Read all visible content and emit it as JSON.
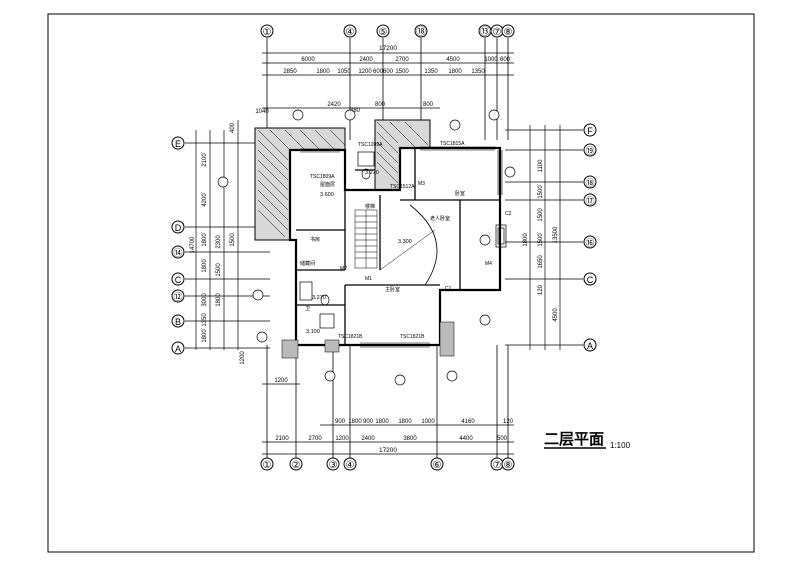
{
  "drawing": {
    "title": "二层平面",
    "scale": "1:100"
  },
  "axes_top": [
    "①",
    "④",
    "⑤",
    "⑱",
    "⑬",
    "⑦",
    "⑧"
  ],
  "axes_bottom": [
    "①",
    "②",
    "③",
    "④",
    "⑥",
    "⑦",
    "⑧"
  ],
  "axes_left": [
    "E",
    "D",
    "⑭",
    "C",
    "⑫",
    "B",
    "A"
  ],
  "axes_right": [
    "F",
    "⑲",
    "⑱",
    "⑰",
    "⑯",
    "C",
    "A"
  ],
  "dims_top": {
    "total": "17200",
    "row2": [
      "6000",
      "2400",
      "2700",
      "4500",
      "1000",
      "600"
    ],
    "row3": [
      "2850",
      "1800",
      "1050",
      "1200",
      "600",
      "600",
      "1500",
      "1350",
      "1800",
      "1350"
    ],
    "row4": [
      "1040",
      "2420",
      "480",
      "800",
      "800"
    ]
  },
  "dims_bottom": {
    "total": "17200",
    "row2": [
      "2100",
      "2700",
      "1200",
      "2400",
      "3800",
      "4400",
      "500"
    ],
    "row3": [
      "900",
      "1800",
      "900",
      "1800",
      "1800",
      "1000",
      "4160",
      "120"
    ],
    "row4": [
      "1200"
    ]
  },
  "dims_left": [
    "2100",
    "4200",
    "14700",
    "1800",
    "1800",
    "1500",
    "3000",
    "1350",
    "1800",
    "1800",
    "1200",
    "400",
    "1500",
    "2300"
  ],
  "dims_right": [
    "1100",
    "1500",
    "1500",
    "1500",
    "1650",
    "13500",
    "1800",
    "4500",
    "120"
  ],
  "room_labels": [
    "TSC1209A",
    "TSC1815A",
    "TSC1809A",
    "TSC1512A",
    "卧室",
    "老人卧室",
    "屋面层",
    "书房",
    "储藏间",
    "主卧室",
    "卫",
    "楼梯",
    "TSC1821B",
    "TSC1821B",
    "C1",
    "C2",
    "M1",
    "M2",
    "M3",
    "M4"
  ],
  "levels": [
    "3.270",
    "3.600",
    "3.300",
    "3.270",
    "3.100"
  ]
}
